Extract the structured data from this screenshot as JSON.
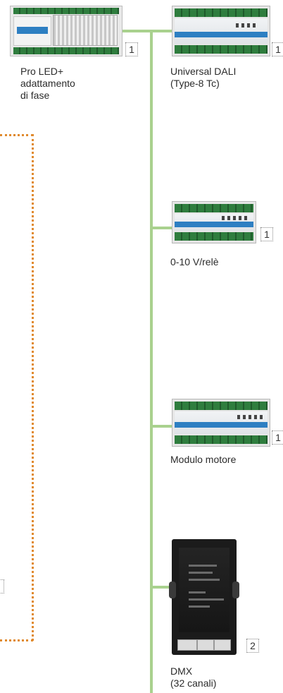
{
  "devices": [
    {
      "id": "pro-led",
      "label_lines": [
        "Pro LED+",
        "adattamento",
        "di fase"
      ],
      "qty": "1"
    },
    {
      "id": "universal-dali",
      "label_lines": [
        "Universal DALI",
        "(Type-8 Tc)"
      ],
      "qty": "1"
    },
    {
      "id": "relay-0-10v",
      "label_lines": [
        "0-10 V/relè"
      ],
      "qty": "1"
    },
    {
      "id": "motor-module",
      "label_lines": [
        "Modulo motore"
      ],
      "qty": "1"
    },
    {
      "id": "dmx",
      "label_lines": [
        "DMX",
        "(32 canali)"
      ],
      "qty": "2"
    }
  ],
  "colors": {
    "bus_line": "#a9d18e",
    "dotted_border": "#e08a2e",
    "module_accent": "#2e7fc2"
  }
}
